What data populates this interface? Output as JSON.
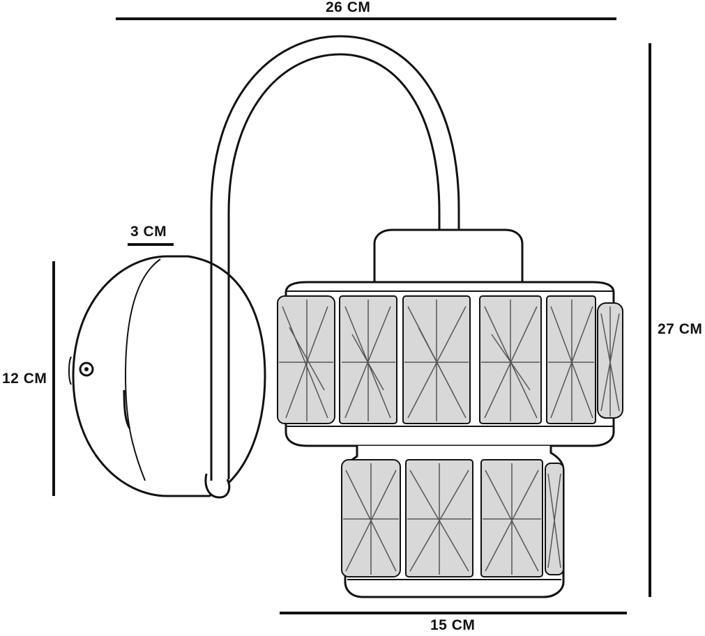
{
  "dimensions": {
    "overall_width": "26 CM",
    "base_depth": "3 CM",
    "base_height": "12 CM",
    "overall_height": "27 CM",
    "shade_width": "15 CM"
  },
  "colors": {
    "line": "#111111",
    "background": "#ffffff",
    "crystal_shading": "#555555"
  }
}
